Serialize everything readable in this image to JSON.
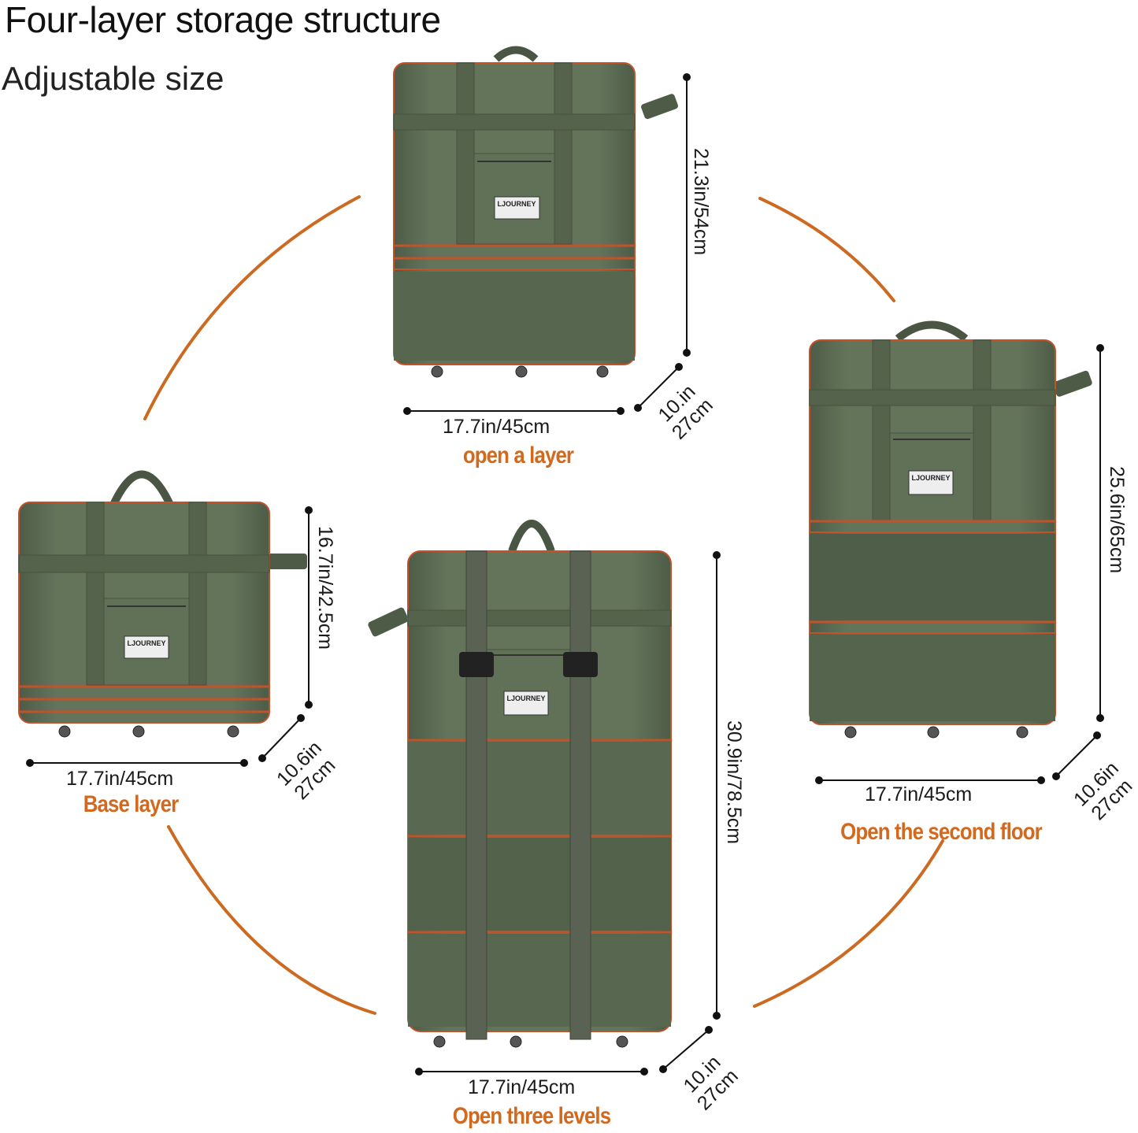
{
  "heading": {
    "title": "Four-layer storage structure",
    "subtitle": "Adjustable size"
  },
  "colors": {
    "bag": "#5e6e55",
    "bag_dark": "#4c5a45",
    "piping": "#c2522a",
    "accent": "#d2691e",
    "dim_line": "#111111"
  },
  "bags": [
    {
      "caption": "open a layer",
      "width": "17.7in/45cm",
      "height": "21.3in/54cm",
      "depth_in": "10.in",
      "depth_cm": "27cm"
    },
    {
      "caption": "Base layer",
      "width": "17.7in/45cm",
      "height": "16.7in/42.5cm",
      "depth_in": "10.6in",
      "depth_cm": "27cm"
    },
    {
      "caption": "Open the second floor",
      "width": "17.7in/45cm",
      "height": "25.6in/65cm",
      "depth_in": "10.6in",
      "depth_cm": "27cm"
    },
    {
      "caption": "Open three levels",
      "width": "17.7in/45cm",
      "height": "30.9in/78.5cm",
      "depth_in": "10.in",
      "depth_cm": "27cm"
    }
  ],
  "label_text": "LJOURNEY"
}
